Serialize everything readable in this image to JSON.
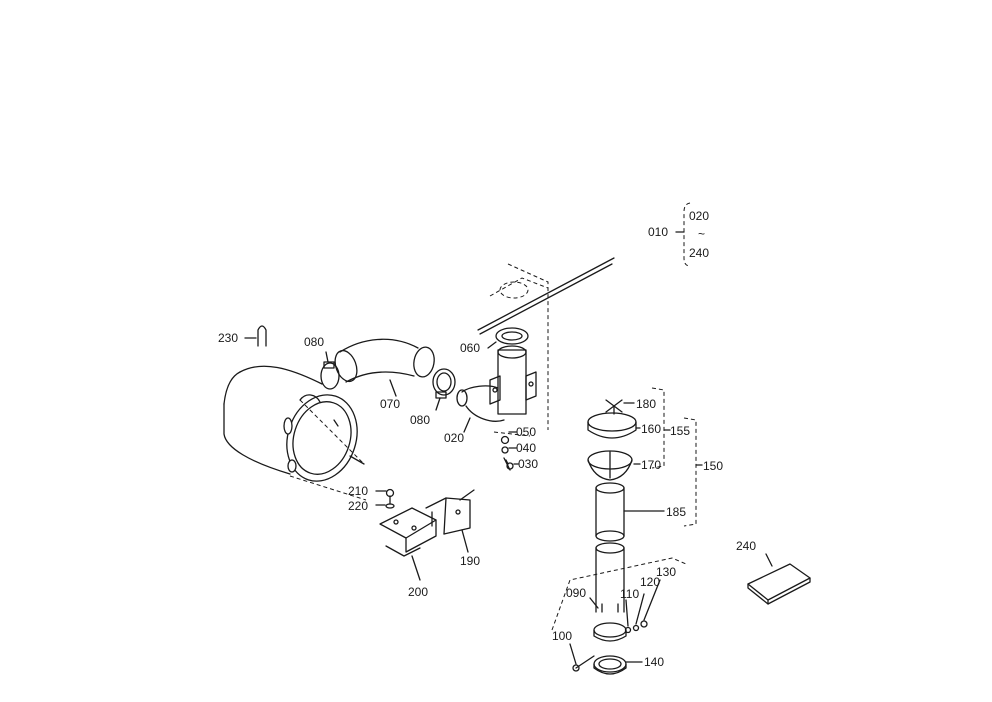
{
  "labels": {
    "p010": "010",
    "p020_range": "020",
    "tilde": "~",
    "p240_range": "240",
    "p020": "020",
    "p030": "030",
    "p040": "040",
    "p050": "050",
    "p060": "060",
    "p070": "070",
    "p080a": "080",
    "p080b": "080",
    "p090": "090",
    "p100": "100",
    "p110": "110",
    "p120": "120",
    "p130": "130",
    "p140": "140",
    "p150": "150",
    "p155": "155",
    "p160": "160",
    "p170": "170",
    "p180": "180",
    "p185": "185",
    "p190": "190",
    "p200": "200",
    "p210": "210",
    "p220": "220",
    "p230": "230",
    "p240": "240"
  },
  "colors": {
    "ink": "#1a1a1a",
    "paper": "#ffffff"
  }
}
